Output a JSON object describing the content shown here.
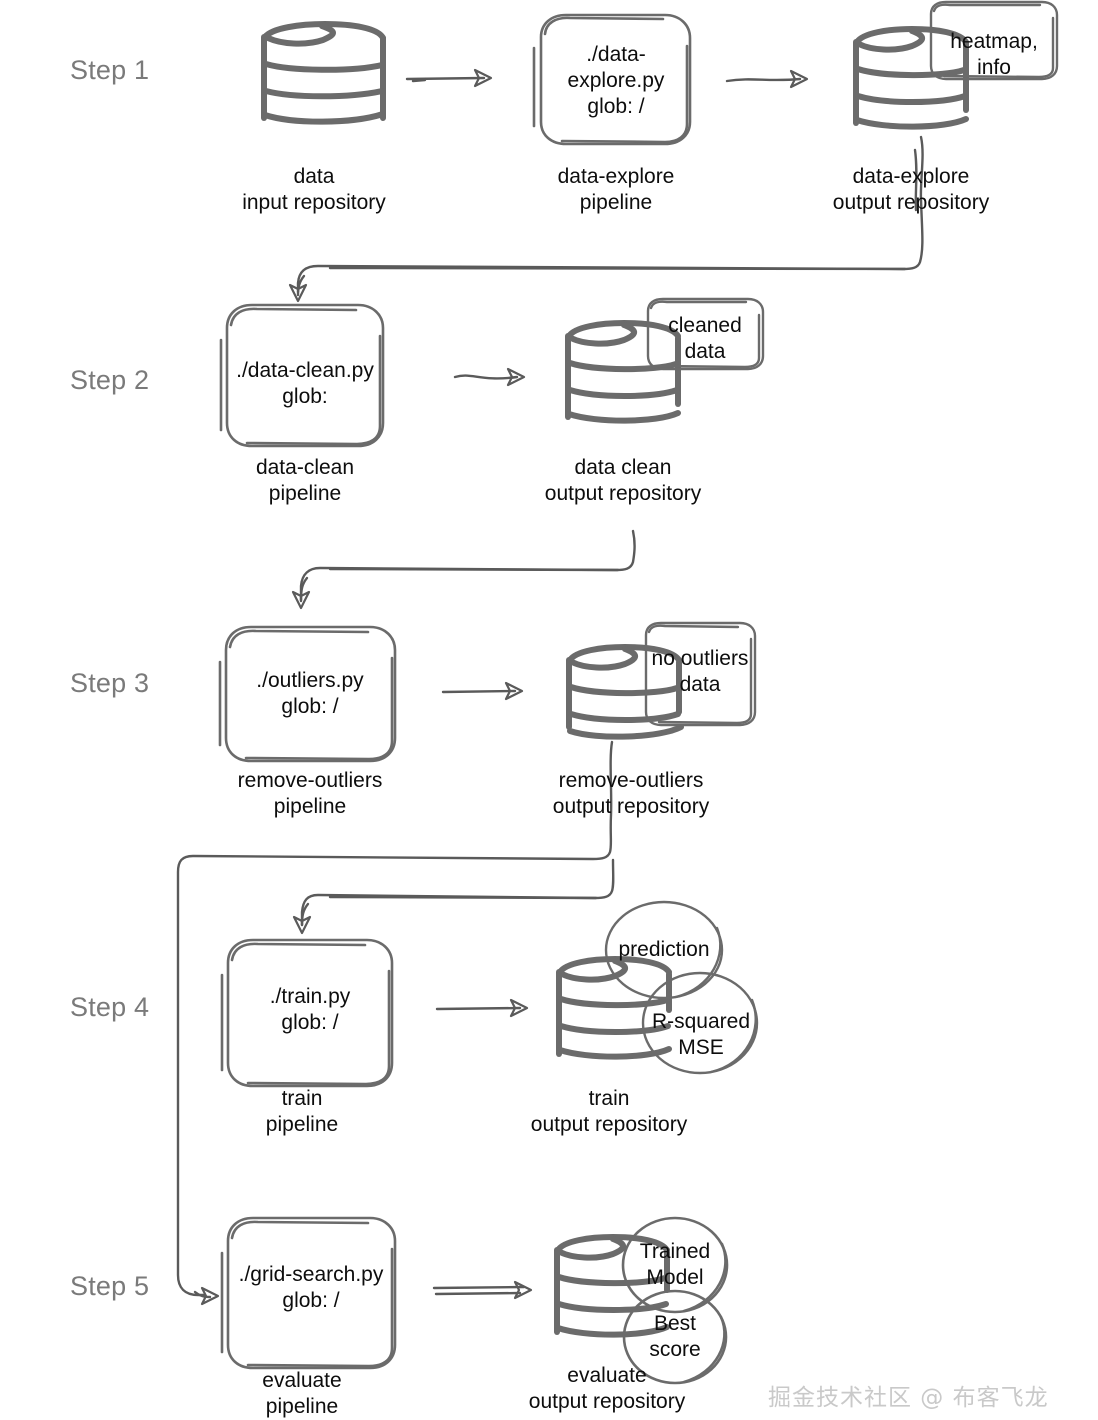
{
  "diagram": {
    "title": "Machine learning pipeline steps",
    "ink_color": "#6b6b6b",
    "line_color": "#5a5a5a",
    "step_label_color": "#7a7a7a",
    "text_color": "#0d0d0d",
    "background": "#ffffff"
  },
  "steps": [
    {
      "id": "step-1",
      "label": "Step 1",
      "source": {
        "kind": "cylinder",
        "caption": "data\ninput repository"
      },
      "pipeline": {
        "kind": "rounded-box",
        "text": "./data-\nexplore.py\nglob: /",
        "caption": "data-explore\npipeline"
      },
      "output": {
        "kind": "cylinder",
        "caption": "data-explore\noutput repository",
        "note": {
          "kind": "note-box",
          "text": "heatmap,\ninfo"
        }
      }
    },
    {
      "id": "step-2",
      "label": "Step 2",
      "pipeline": {
        "kind": "rounded-box",
        "text": "./data-clean.py\nglob:",
        "caption": "data-clean\npipeline"
      },
      "output": {
        "kind": "cylinder",
        "caption": "data clean\noutput repository",
        "note": {
          "kind": "note-box",
          "text": "cleaned\ndata"
        }
      }
    },
    {
      "id": "step-3",
      "label": "Step 3",
      "pipeline": {
        "kind": "rounded-box",
        "text": "./outliers.py\nglob: /",
        "caption": "remove-outliers\npipeline"
      },
      "output": {
        "kind": "cylinder",
        "caption": "remove-outliers\noutput repository",
        "note": {
          "kind": "note-box",
          "text": "no outliers\ndata"
        }
      }
    },
    {
      "id": "step-4",
      "label": "Step 4",
      "pipeline": {
        "kind": "rounded-box",
        "text": "./train.py\nglob: /",
        "caption": "train\npipeline"
      },
      "output": {
        "kind": "cylinder",
        "caption": "train\noutput repository",
        "bubbles": [
          {
            "kind": "ellipse",
            "text": "prediction"
          },
          {
            "kind": "ellipse",
            "text": "R-squared\nMSE"
          }
        ]
      }
    },
    {
      "id": "step-5",
      "label": "Step 5",
      "pipeline": {
        "kind": "rounded-box",
        "text": "./grid-search.py\nglob: /",
        "caption": "evaluate\npipeline"
      },
      "output": {
        "kind": "cylinder",
        "caption": "evaluate\noutput repository",
        "bubbles": [
          {
            "kind": "ellipse",
            "text": "Trained\nModel"
          },
          {
            "kind": "ellipse",
            "text": "Best\nscore"
          }
        ]
      }
    }
  ],
  "watermark": {
    "text": "掘金技术社区 @ 布客飞龙"
  }
}
